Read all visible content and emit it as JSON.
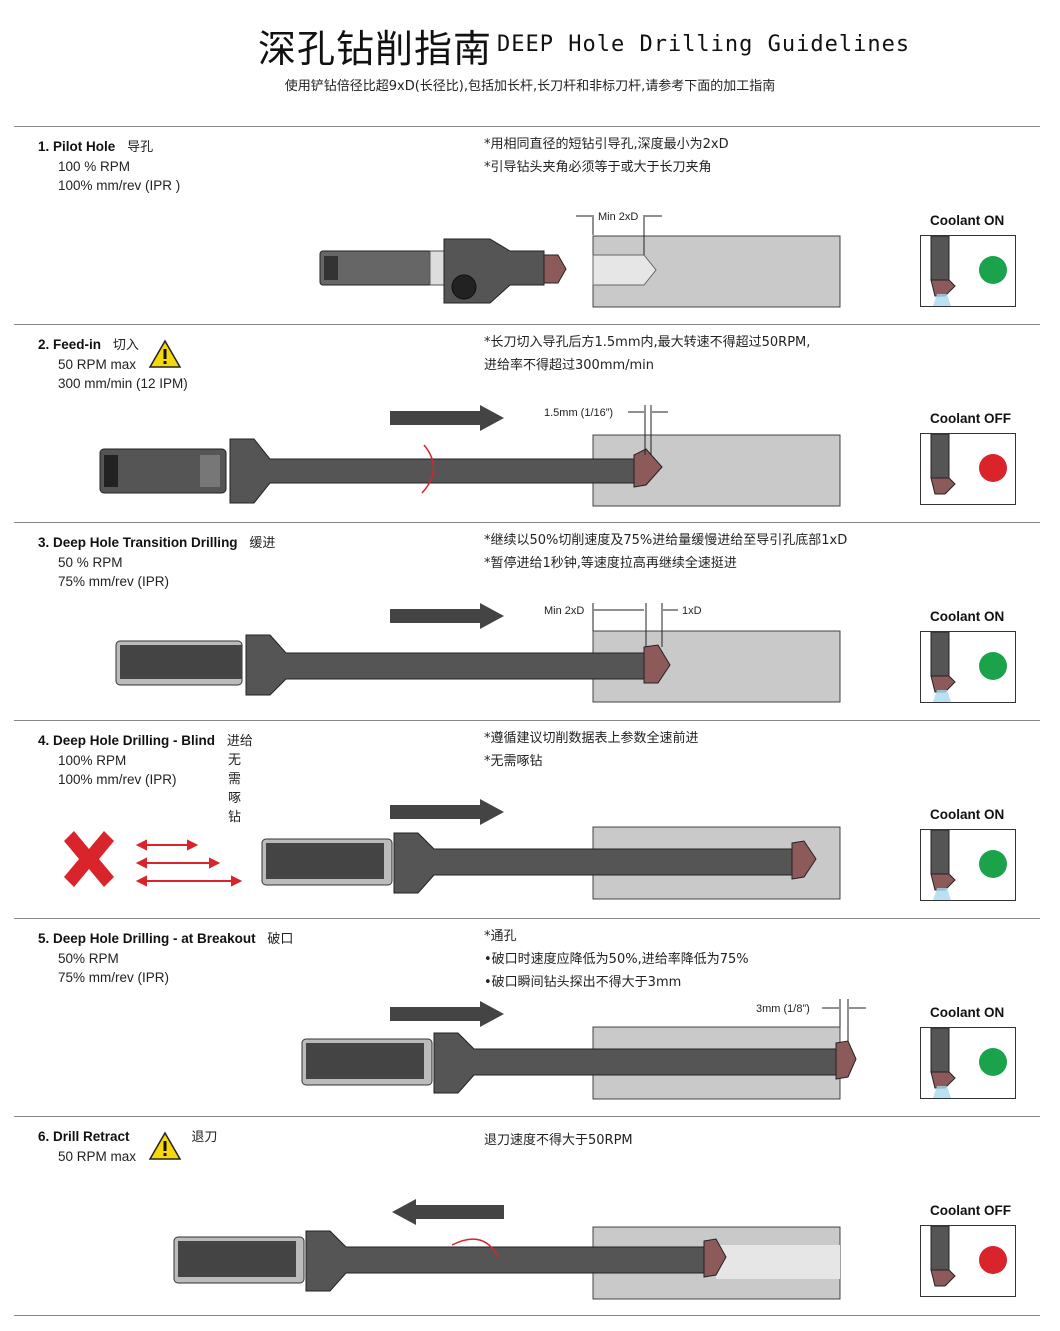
{
  "header": {
    "title_zh": "深孔钻削指南",
    "title_en": "DEEP Hole Drilling Guidelines",
    "subtitle": "使用铲钻倍径比超9xD(长径比),包括加长杆,长刀杆和非标刀杆,请参考下面的加工指南"
  },
  "colors": {
    "coolant_on": "#1aa34a",
    "coolant_off": "#d8242a",
    "warning": "#f5d90a",
    "arrow": "#444444",
    "cross": "#d8242a",
    "spin_arrow": "#d8242a"
  },
  "sections": [
    {
      "number": "1.",
      "name": "Pilot Hole",
      "name_zh": "导孔",
      "lines": [
        "100 % RPM",
        "100% mm/rev (IPR )"
      ],
      "notes": [
        "*用相同直径的短钻引导孔,深度最小为2xD",
        "*引导钻头夹角必须等于或大于长刀夹角"
      ],
      "dims": [
        "Min 2xD"
      ],
      "coolant": "Coolant ON",
      "coolant_state": "on"
    },
    {
      "number": "2.",
      "name": "Feed-in",
      "name_zh": "切入",
      "lines": [
        "50 RPM max",
        "300 mm/min (12 IPM)"
      ],
      "notes": [
        "*长刀切入导孔后方1.5mm内,最大转速不得超过50RPM,",
        "  进给率不得超过300mm/min"
      ],
      "dims": [
        "1.5mm (1/16”)"
      ],
      "coolant": "Coolant OFF",
      "coolant_state": "off"
    },
    {
      "number": "3.",
      "name": "Deep Hole Transition Drilling",
      "name_zh": "缓进",
      "lines": [
        "50 % RPM",
        "75% mm/rev (IPR)"
      ],
      "notes": [
        "*继续以50%切削速度及75%进给量缓慢进给至导引孔底部1xD",
        "*暂停进给1秒钟,等速度拉高再继续全速挺进"
      ],
      "dims": [
        "Min 2xD",
        "1xD"
      ],
      "coolant": "Coolant ON",
      "coolant_state": "on"
    },
    {
      "number": "4.",
      "name": "Deep Hole Drilling - Blind",
      "name_zh": "进给",
      "name_zh2": "无需啄钻",
      "lines": [
        "100% RPM",
        "100% mm/rev (IPR)"
      ],
      "notes": [
        "*遵循建议切削数据表上参数全速前进",
        "*无需啄钻"
      ],
      "dims": [],
      "coolant": "Coolant ON",
      "coolant_state": "on"
    },
    {
      "number": "5.",
      "name": "Deep Hole Drilling - at Breakout",
      "name_zh": "破口",
      "lines": [
        "50% RPM",
        "75% mm/rev (IPR)"
      ],
      "notes": [
        "*通孔",
        "•破口时速度应降低为50%,进给率降低为75%",
        "•破口瞬间钻头探出不得大于3mm"
      ],
      "dims": [
        "3mm (1/8”)"
      ],
      "coolant": "Coolant ON",
      "coolant_state": "on"
    },
    {
      "number": "6.",
      "name": "Drill Retract",
      "name_zh": "退刀",
      "lines": [
        "50 RPM max"
      ],
      "notes": [
        "退刀速度不得大于50RPM"
      ],
      "dims": [],
      "coolant": "Coolant OFF",
      "coolant_state": "off"
    }
  ]
}
